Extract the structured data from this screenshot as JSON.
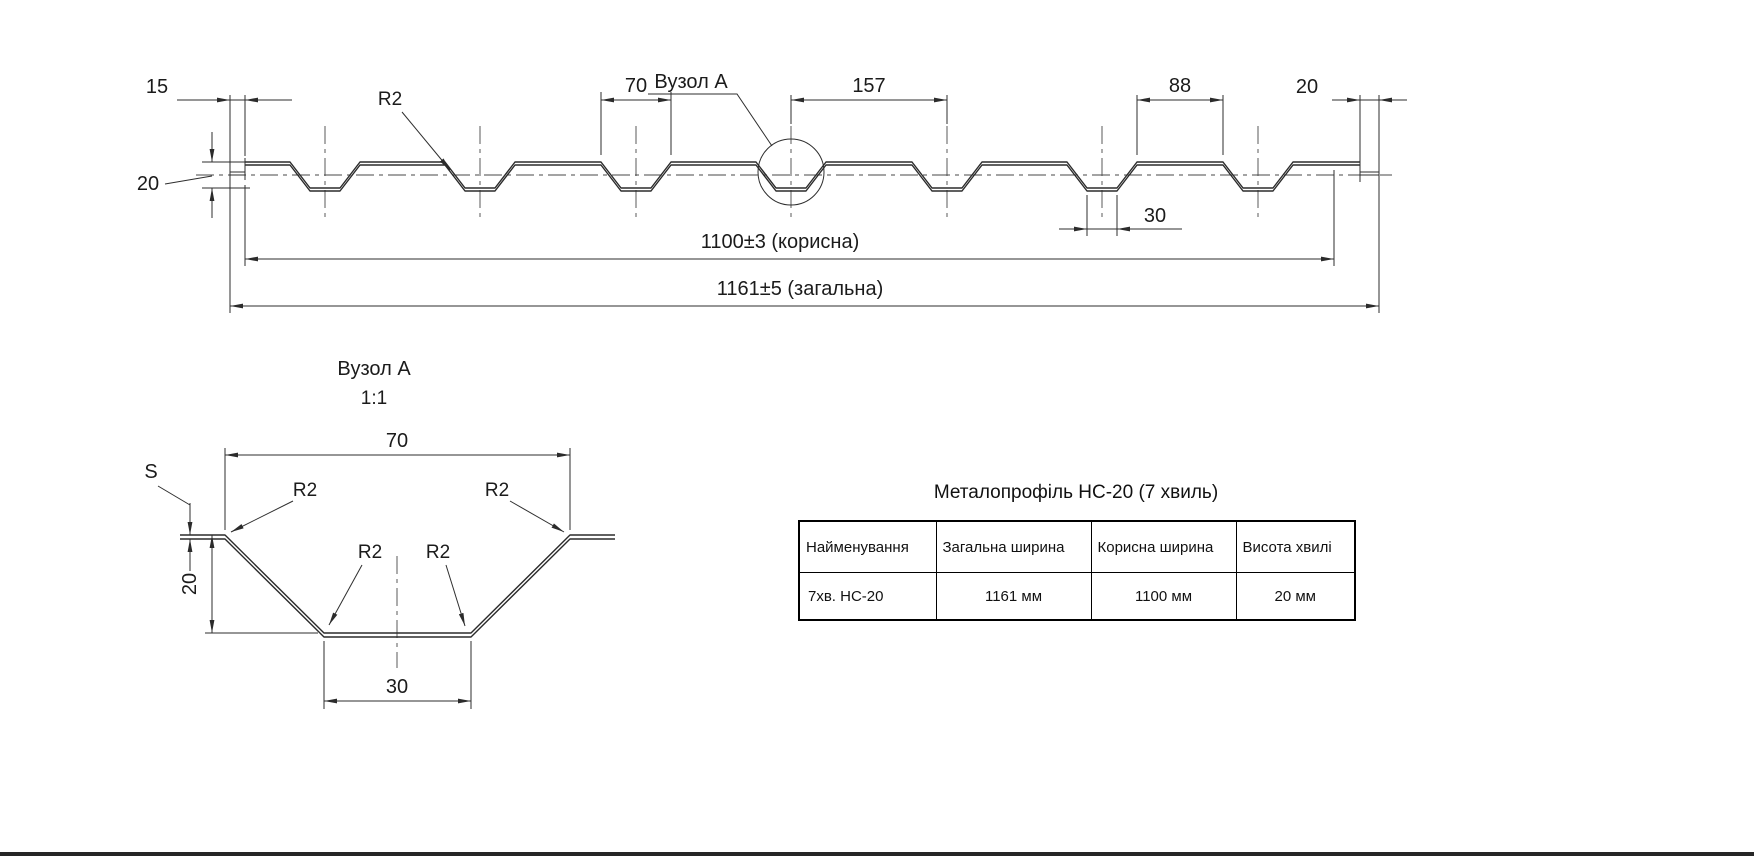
{
  "top_view": {
    "dim_left_edge": "15",
    "dim_height": "20",
    "radius_label": "R2",
    "dim_wave_top": "70",
    "node_callout": "Вузол А",
    "dim_pitch": "157",
    "dim_flat": "88",
    "dim_right_edge": "20",
    "dim_wave_bottom": "30",
    "dim_useful_width": "1100±3 (корисна)",
    "dim_total_width": "1161±5 (загальна)"
  },
  "detail_view": {
    "title": "Вузол А",
    "scale": "1:1",
    "dim_top_width": "70",
    "dim_height": "20",
    "dim_bottom_width": "30",
    "thickness": "S",
    "radius": "R2"
  },
  "table": {
    "title": "Металопрофіль НС-20 (7 хвиль)",
    "headers": [
      "Найменування",
      "Загальна ширина",
      "Корисна ширина",
      "Висота хвилі"
    ],
    "rows": [
      [
        "7хв. НС-20",
        "1161 мм",
        "1100 мм",
        "20 мм"
      ]
    ]
  }
}
